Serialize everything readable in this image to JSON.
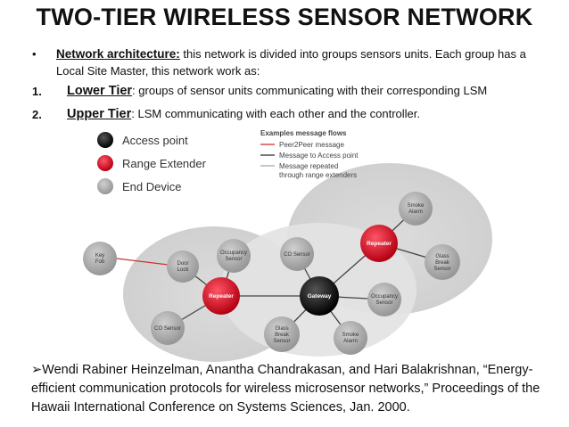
{
  "title": "TWO-TIER WIRELESS SENSOR NETWORK",
  "bullet": {
    "mark": "•",
    "label": "Network architecture:",
    "line1": " this network is divided into groups sensors units. Each group has a",
    "line2": "Local Site Master, this network work as:"
  },
  "items": [
    {
      "num": "1.",
      "label": "Lower Tier",
      "text": ": groups of sensor units communicating with their corresponding LSM"
    },
    {
      "num": "2.",
      "label": "Upper Tier",
      "text": ": LSM communicating with each other and the controller."
    }
  ],
  "legend": {
    "nodes": [
      "Access point",
      "Range Extender",
      "End Device"
    ],
    "flows_title": "Examples message flows",
    "flows": [
      "Peer2Peer message",
      "Message to Access point",
      "Message repeated",
      "through range extenders"
    ]
  },
  "nodes": {
    "key_fob": [
      "Key",
      "Fob"
    ],
    "door_lock": [
      "Door",
      "Lock"
    ],
    "occ_left": [
      "Occupancy",
      "Sensor"
    ],
    "repeater_left": "Repeater",
    "co_left": "CO Sensor",
    "co_mid": "CO Sensor",
    "gateway": "Gateway",
    "occ_right": [
      "Occupancy",
      "Sensor"
    ],
    "glass_mid": [
      "Glass",
      "Break",
      "Sensor"
    ],
    "smoke_mid": [
      "Smoke",
      "Alarm"
    ],
    "repeater_right": "Repeater",
    "smoke_top": [
      "Smoke",
      "Alarm"
    ],
    "glass_right": [
      "Glass",
      "Break",
      "Sensor"
    ]
  },
  "colors": {
    "access_point": "#111111",
    "range_extender": "#cc1122",
    "end_device": "#a6a6a6",
    "peer_line": "#cc3333",
    "cluster_fill": "#d9d9d9"
  },
  "reference": {
    "mark": "➢",
    "text": "Wendi Rabiner Heinzelman, Anantha Chandrakasan, and Hari Balakrishnan, “Energy-efficient communication protocols for wireless microsensor networks,” Proceedings of the Hawaii International Conference on Systems Sciences, Jan. 2000."
  }
}
